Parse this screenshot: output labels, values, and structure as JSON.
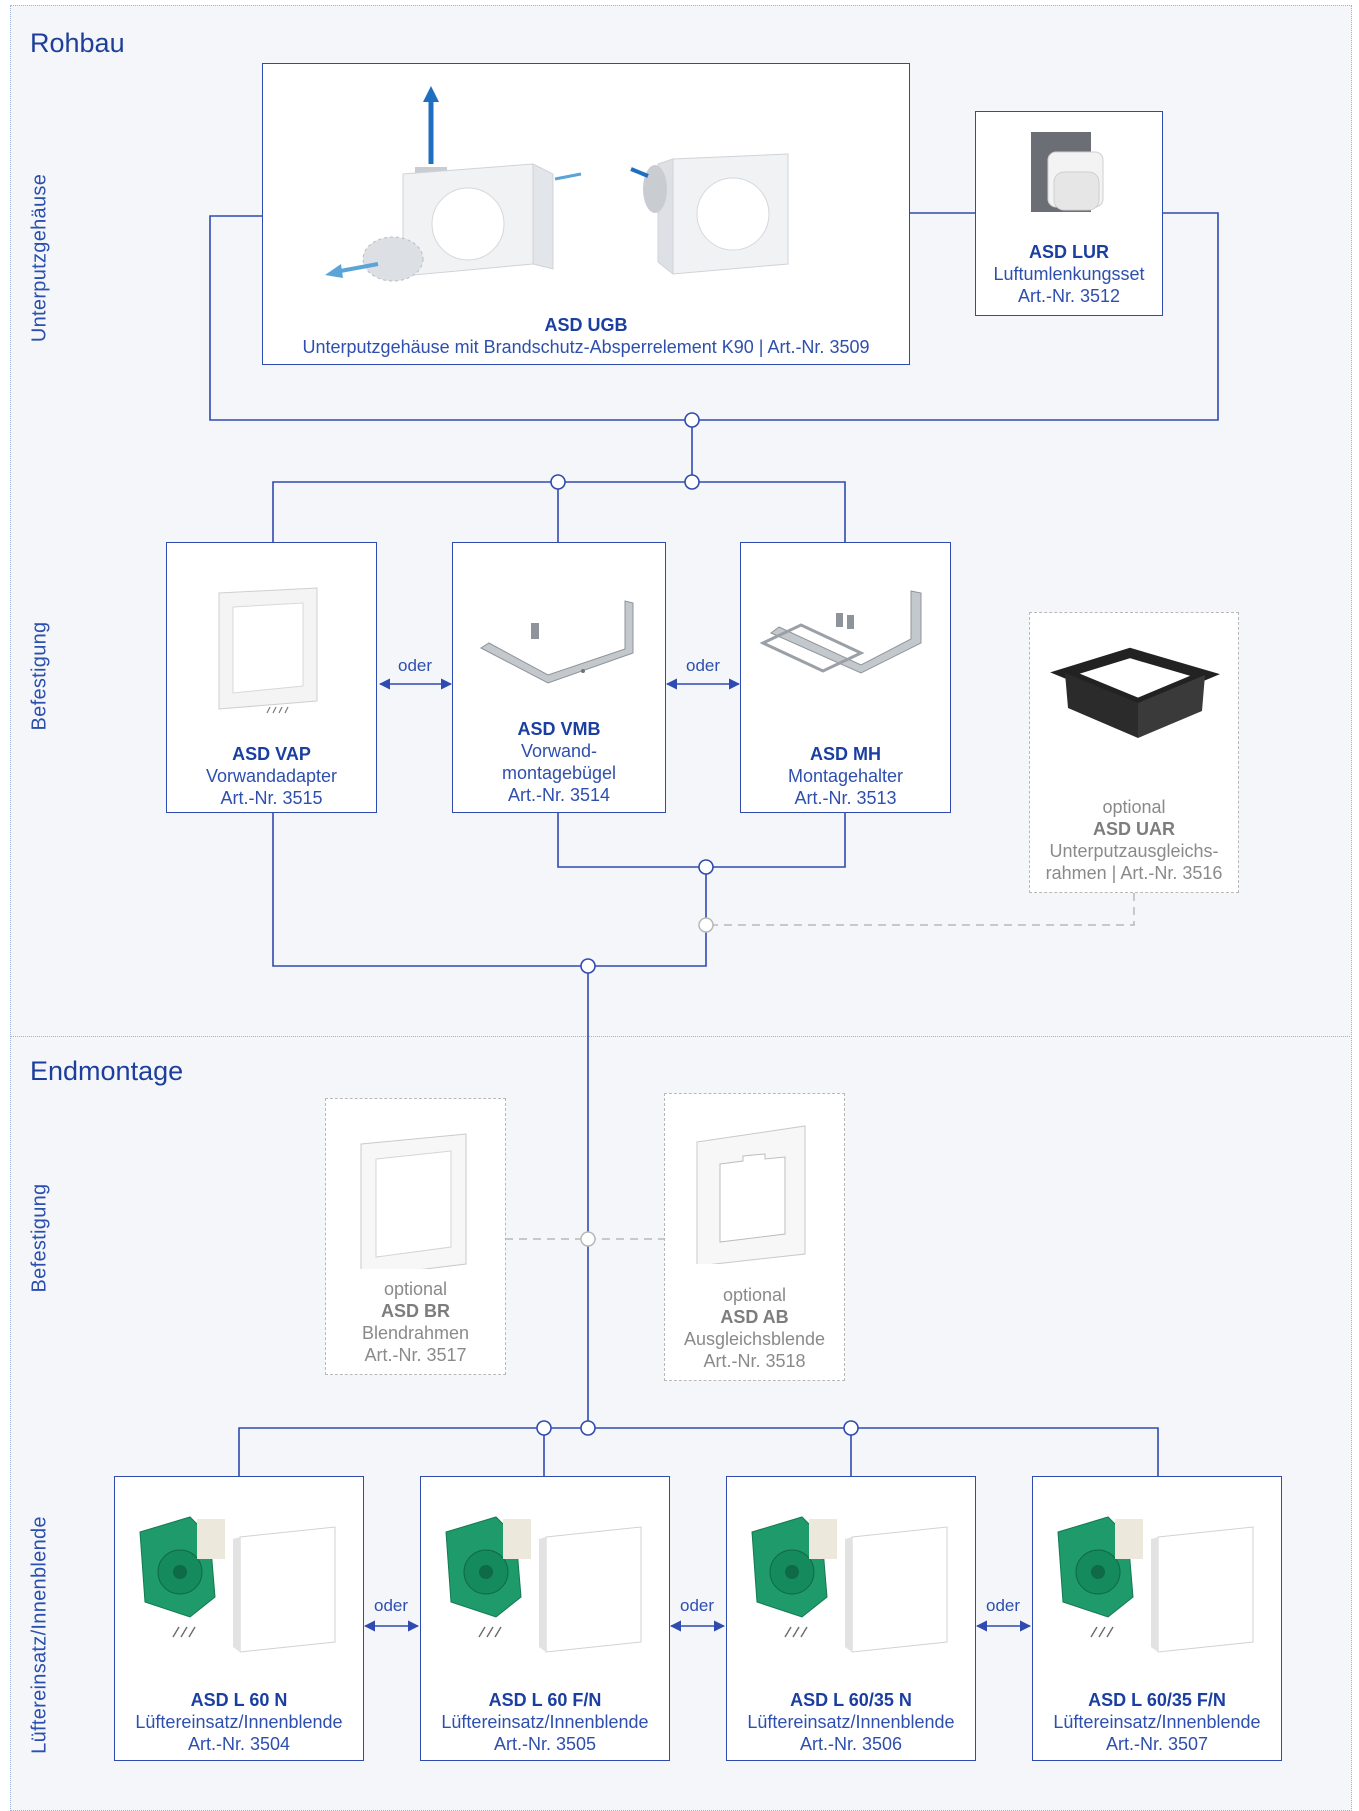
{
  "sections": {
    "rohbau": "Rohbau",
    "endmontage": "Endmontage"
  },
  "side_labels": {
    "unterputzgehaeuse": "Unterputzgehäuse",
    "befestigung1": "Befestigung",
    "befestigung2": "Befestigung",
    "luefter": "Lüftereinsatz/Innenblende"
  },
  "connector_label": "oder",
  "optional_label": "optional",
  "products": {
    "ugb": {
      "name": "ASD UGB",
      "desc": "Unterputzgehäuse mit Brandschutz-Absperrelement K90 | Art.-Nr. 3509"
    },
    "lur": {
      "name": "ASD LUR",
      "desc": "Luftumlenkungsset",
      "art": "Art.-Nr. 3512"
    },
    "vap": {
      "name": "ASD VAP",
      "desc": "Vorwandadapter",
      "art": "Art.-Nr. 3515"
    },
    "vmb": {
      "name": "ASD VMB",
      "desc1": "Vorwand-",
      "desc2": "montagebügel",
      "art": "Art.-Nr. 3514"
    },
    "mh": {
      "name": "ASD MH",
      "desc": "Montagehalter",
      "art": "Art.-Nr. 3513"
    },
    "uar": {
      "name": "ASD UAR",
      "desc1": "Unterputzausgleichs-",
      "desc2": "rahmen | Art.-Nr. 3516"
    },
    "br": {
      "name": "ASD BR",
      "desc": "Blendrahmen",
      "art": "Art.-Nr. 3517"
    },
    "ab": {
      "name": "ASD AB",
      "desc": "Ausgleichsblende",
      "art": "Art.-Nr. 3518"
    },
    "l60n": {
      "name": "ASD L 60 N",
      "desc": "Lüftereinsatz/Innenblende",
      "art": "Art.-Nr. 3504"
    },
    "l60fn": {
      "name": "ASD L 60 F/N",
      "desc": "Lüftereinsatz/Innenblende",
      "art": "Art.-Nr. 3505"
    },
    "l6035n": {
      "name": "ASD L 60/35 N",
      "desc": "Lüftereinsatz/Innenblende",
      "art": "Art.-Nr. 3506"
    },
    "l6035fn": {
      "name": "ASD L 60/35 F/N",
      "desc": "Lüftereinsatz/Innenblende",
      "art": "Art.-Nr. 3507"
    }
  },
  "colors": {
    "line": "#2f4bb0",
    "optional_line": "#b8b8b8",
    "title": "#1d3f9b",
    "fan_green": "#1f9a6a"
  }
}
